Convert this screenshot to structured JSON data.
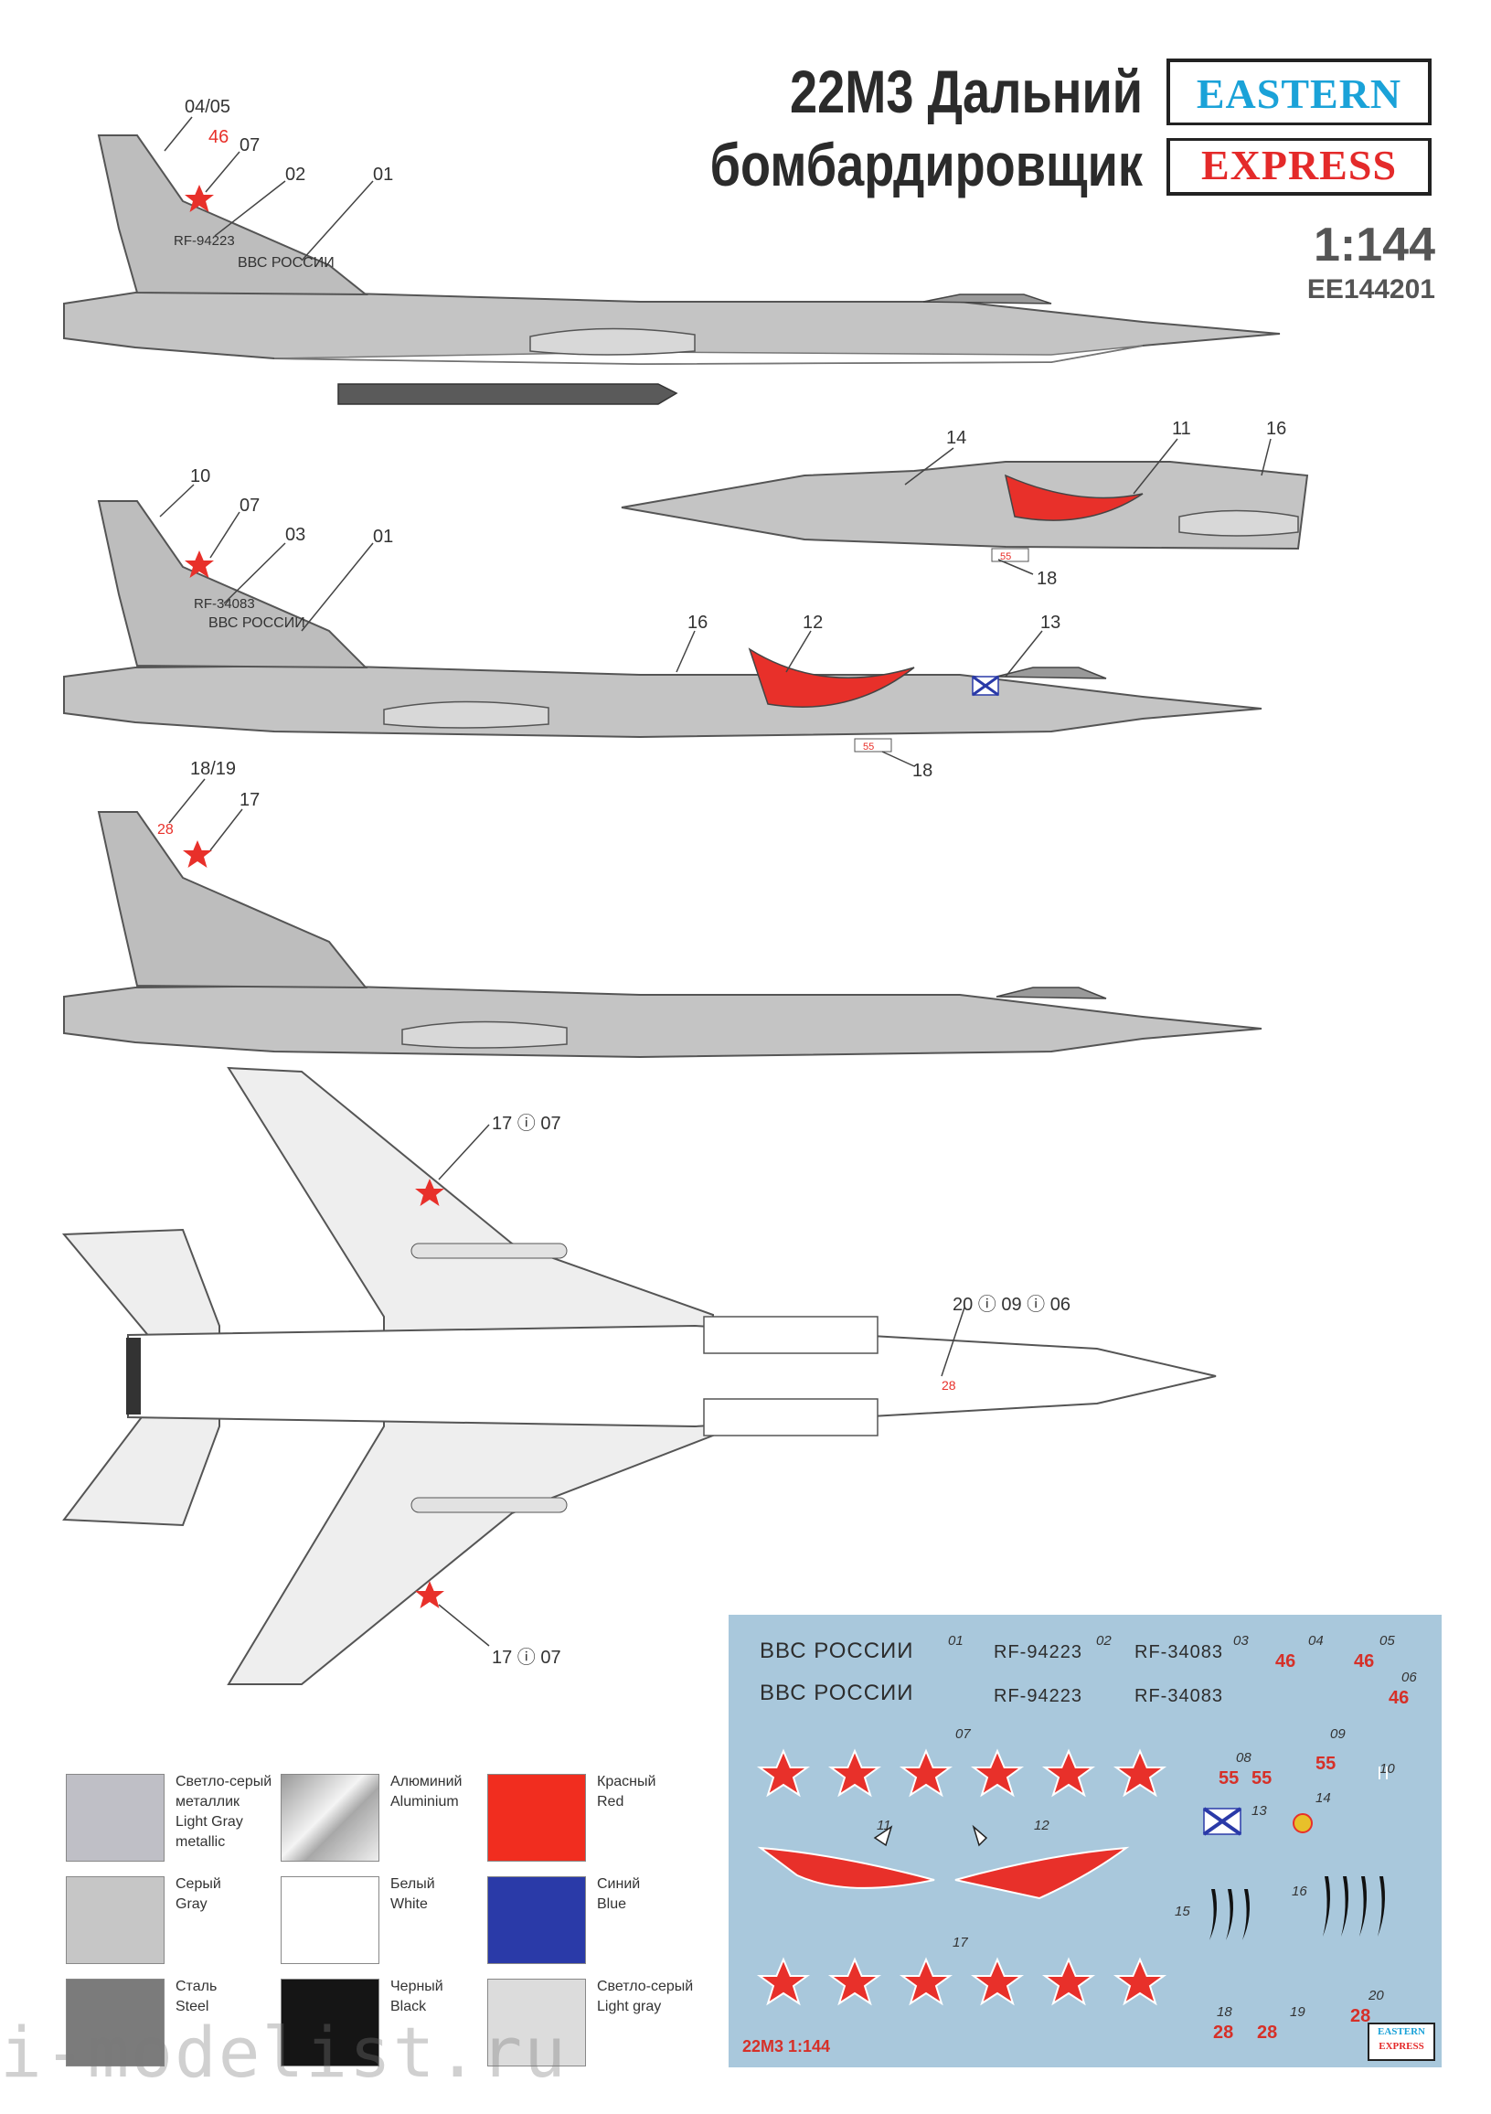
{
  "header": {
    "title_line1": "22М3 Дальний",
    "title_line2": "бомбардировщик",
    "brand_top": "EASTERN",
    "brand_bottom": "EXPRESS",
    "scale": "1:144",
    "code": "EE144201"
  },
  "profile1": {
    "c1": "04/05",
    "c2": "07",
    "c3": "02",
    "c4": "01",
    "tail_text": "RF-94223",
    "fin_number": "46",
    "side_text": "ВВС РОССИИ"
  },
  "profile_top_nose": {
    "c1": "14",
    "c2": "11",
    "c3": "16",
    "c4": "18",
    "bay_number": "55"
  },
  "profile2": {
    "c1": "10",
    "c2": "07",
    "c3": "03",
    "c4": "01",
    "c5": "16",
    "c6": "12",
    "c7": "13",
    "c8": "18",
    "tail_text": "RF-34083",
    "side_text": "ВВС РОССИИ",
    "bay_number": "55"
  },
  "profile3": {
    "c1": "18/19",
    "c2": "17",
    "fin_number": "28"
  },
  "plan": {
    "c1": "17 ⓘ 07",
    "c2": "20 ⓘ 09 ⓘ 06",
    "c3": "17 ⓘ 07",
    "nose_number": "28"
  },
  "swatches": [
    {
      "color": "#bfbfc6",
      "line1": "Светло-серый",
      "line2": "металлик",
      "line3": "Light Gray",
      "line4": "metallic"
    },
    {
      "color": "#c9c9cc",
      "line1": "Алюминий",
      "line2": "Aluminium",
      "line3": "",
      "line4": ""
    },
    {
      "color": "#f12d1f",
      "line1": "Красный",
      "line2": "Red",
      "line3": "",
      "line4": ""
    },
    {
      "color": "#c6c6c6",
      "line1": "Серый",
      "line2": "Gray",
      "line3": "",
      "line4": ""
    },
    {
      "color": "#ffffff",
      "line1": "Белый",
      "line2": "White",
      "line3": "",
      "line4": ""
    },
    {
      "color": "#2a3aa8",
      "line1": "Синий",
      "line2": "Blue",
      "line3": "",
      "line4": ""
    },
    {
      "color": "#7b7b7b",
      "line1": "Сталь",
      "line2": "Steel",
      "line3": "",
      "line4": ""
    },
    {
      "color": "#151515",
      "line1": "Черный",
      "line2": "Black",
      "line3": "",
      "line4": ""
    },
    {
      "color": "#dcdcdc",
      "line1": "Светло-серый",
      "line2": "Light gray",
      "line3": "",
      "line4": ""
    }
  ],
  "decal_sheet": {
    "row1_text1": "ВВС РОССИИ",
    "row1_n1": "01",
    "row1_text2": "RF-94223",
    "row1_n2": "02",
    "row1_text3": "RF-34083",
    "row1_n3": "03",
    "row2_text1": "ВВС РОССИИ",
    "row2_text2": "RF-94223",
    "row2_text3": "RF-34083",
    "n04": "04",
    "n05": "05",
    "n06": "06",
    "n07": "07",
    "n08": "08",
    "n09": "09",
    "n10": "10",
    "n11": "11",
    "n12": "12",
    "n13": "13",
    "n14": "14",
    "n15": "15",
    "n16": "16",
    "n17": "17",
    "n18": "18",
    "n19": "19",
    "n20": "20",
    "r46a": "46",
    "r46b": "46",
    "r46c": "46",
    "r55a": "55",
    "r55b": "55",
    "r55c": "55",
    "r28a": "28",
    "r28b": "28",
    "r28c": "28",
    "footer_label": "22М3 1:144",
    "mini_brand_top": "EASTERN",
    "mini_brand_bottom": "EXPRESS"
  },
  "watermark": "i-modelist.ru"
}
